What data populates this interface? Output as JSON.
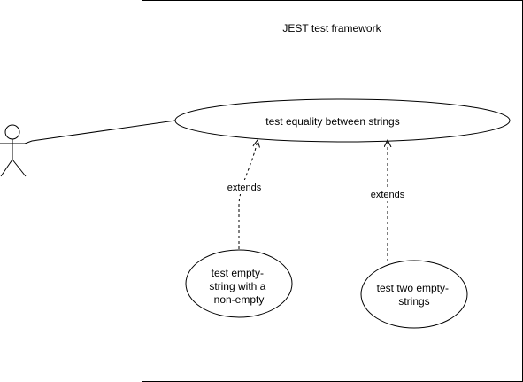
{
  "system": {
    "title": "JEST test framework"
  },
  "actor": {
    "name": ""
  },
  "use_cases": {
    "main": {
      "label": "test equality between strings"
    },
    "empty_vs_nonempty": {
      "label_lines": [
        "test empty-",
        "string with a",
        "non-empty"
      ]
    },
    "two_empty": {
      "label_lines": [
        "test two empty-",
        "strings"
      ]
    }
  },
  "relationships": {
    "actor_main": {
      "type": "association"
    },
    "extend_left": {
      "type": "extend",
      "label": "extends"
    },
    "extend_right": {
      "type": "extend",
      "label": "extends"
    }
  },
  "colors": {
    "stroke": "#000000",
    "background": "#ffffff"
  }
}
